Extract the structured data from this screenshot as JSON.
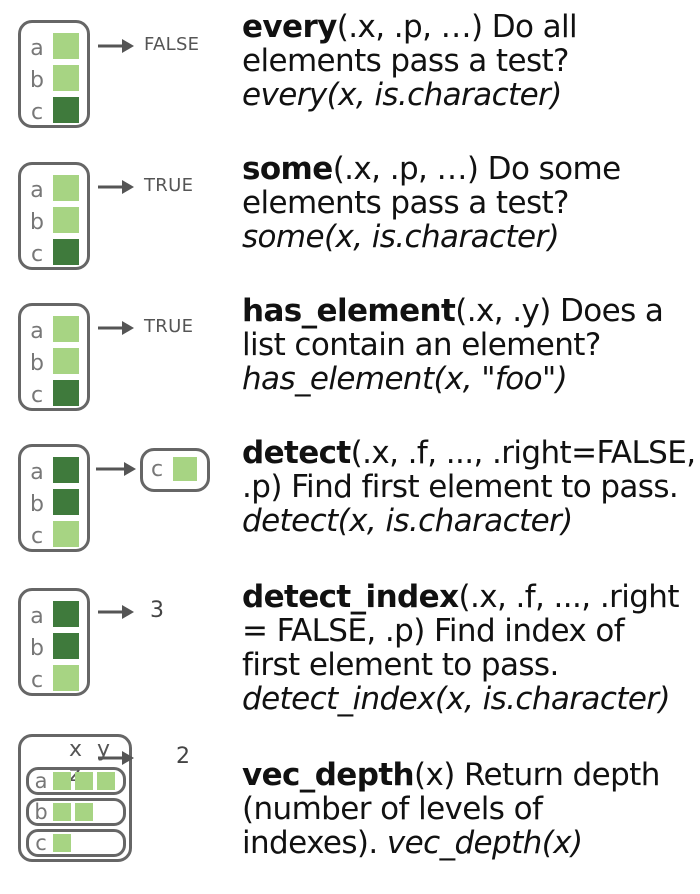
{
  "colors": {
    "light": "#a7d483",
    "dark": "#3f7a3c",
    "border": "#666666"
  },
  "entries": [
    {
      "name": "every",
      "args": "(.x, .p, …) Do all",
      "line2": "elements pass a test?",
      "example": "every(x, is.character)",
      "result": "FALSE",
      "cells": [
        "a",
        "b",
        "c"
      ]
    },
    {
      "name": "some",
      "args": "(.x, .p, …) Do some",
      "line2": "elements pass a test?",
      "example": "some(x,  is.character)",
      "result": "TRUE",
      "cells": [
        "a",
        "b",
        "c"
      ]
    },
    {
      "name": "has_element",
      "args": "(.x, .y) Does a",
      "line2": "list contain an element?",
      "example": "has_element(x, \"foo\")",
      "result": "TRUE",
      "cells": [
        "a",
        "b",
        "c"
      ]
    },
    {
      "name": "detect",
      "args": "(.x, .f, ..., .right=FALSE,",
      "line2": ".p) Find first element to pass.",
      "example": "detect(x,  is.character)",
      "result_cell": "c",
      "cells": [
        "a",
        "b",
        "c"
      ]
    },
    {
      "name": "detect_index",
      "args": "(.x, .f, ..., .right",
      "line2": "= FALSE, .p) Find index of",
      "line3": "first element to pass.",
      "example": "detect_index(x, is.character)",
      "result": "3",
      "cells": [
        "a",
        "b",
        "c"
      ]
    },
    {
      "name": "vec_depth",
      "args": "(x) Return depth",
      "line2": "(number of levels of",
      "line3_plain": "indexes).",
      "example": "vec_depth(x)",
      "result": "2",
      "header": "x y z",
      "cells": [
        "a",
        "b",
        "c"
      ]
    }
  ]
}
